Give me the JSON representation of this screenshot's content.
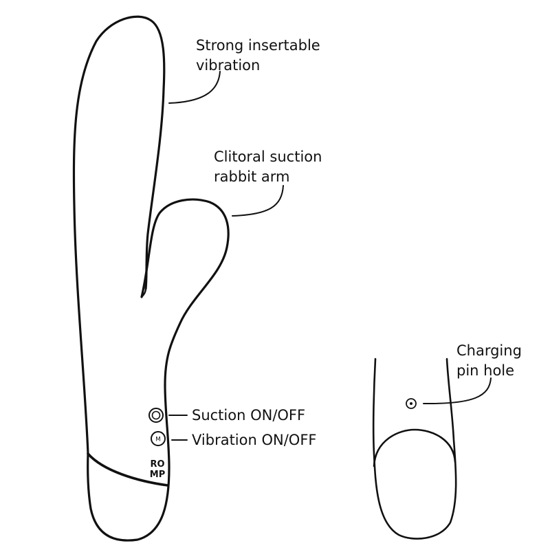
{
  "callouts": {
    "insertable": {
      "line1": "Strong insertable",
      "line2": "vibration"
    },
    "rabbit_arm": {
      "line1": "Clitoral suction",
      "line2": "rabbit arm"
    },
    "charging": {
      "line1": "Charging",
      "line2": "pin hole"
    },
    "suction_button": "Suction ON/OFF",
    "vibration_button": "Vibration ON/OFF"
  },
  "logo": {
    "line1": "RO",
    "line2": "MP"
  },
  "buttons": {
    "vibration_glyph": "M"
  },
  "colors": {
    "stroke": "#111111",
    "background": "#ffffff"
  },
  "icons": {
    "suction_button": "concentric-circle-button-icon",
    "vibration_button": "m-circle-button-icon",
    "charging_hole": "dot-circle-icon"
  }
}
